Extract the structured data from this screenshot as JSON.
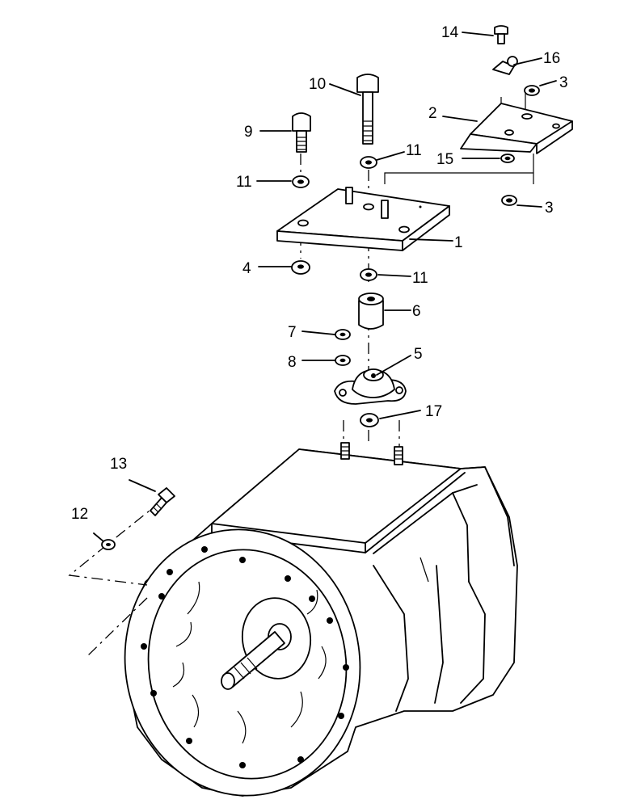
{
  "callouts": {
    "c1": "1",
    "c2": "2",
    "c3a": "3",
    "c3b": "3",
    "c4": "4",
    "c5": "5",
    "c6": "6",
    "c7": "7",
    "c8": "8",
    "c9": "9",
    "c10": "10",
    "c11a": "11",
    "c11b": "11",
    "c11c": "11",
    "c12": "12",
    "c13": "13",
    "c14": "14",
    "c15": "15",
    "c16": "16",
    "c17": "17"
  }
}
